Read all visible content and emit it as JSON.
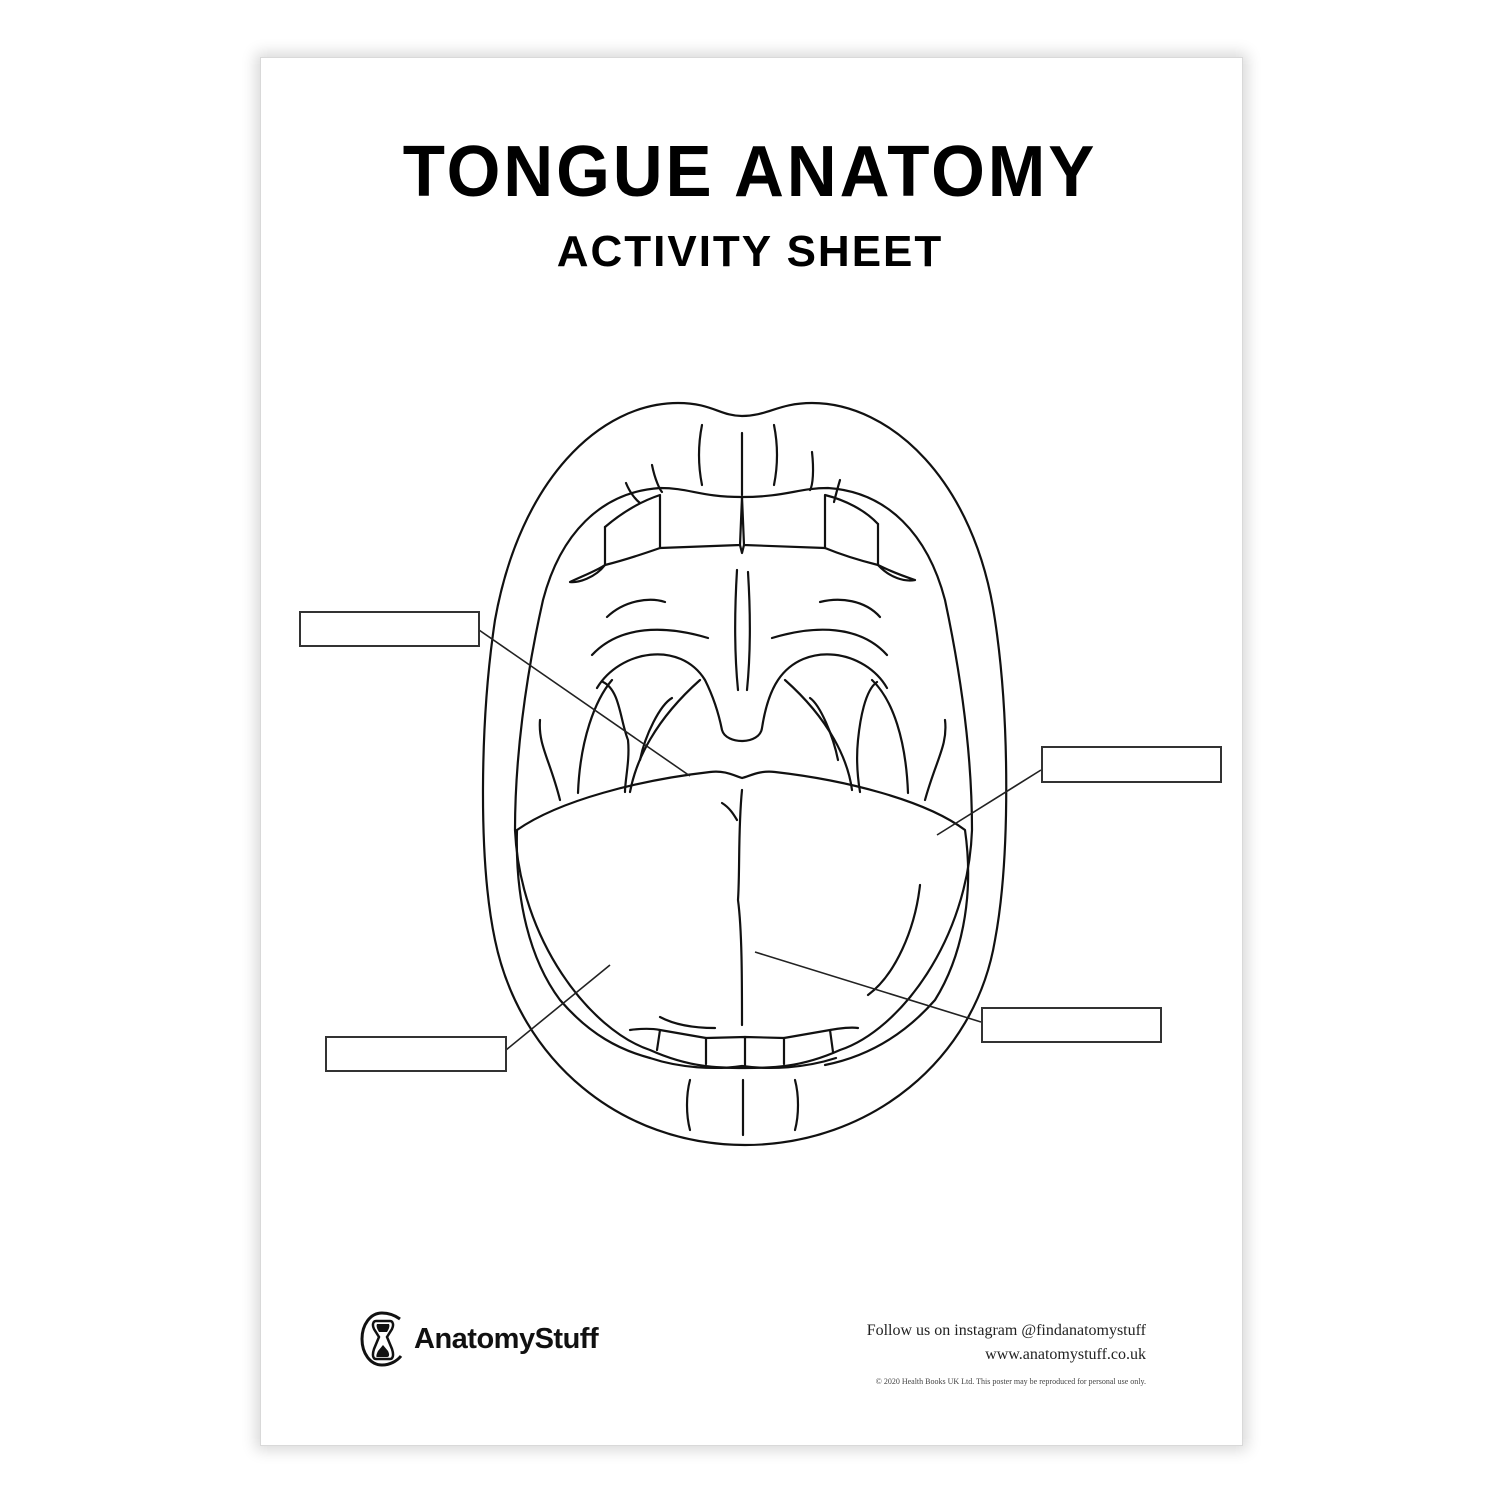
{
  "header": {
    "title": "TONGUE ANATOMY",
    "subtitle": "ACTIVITY SHEET"
  },
  "diagram": {
    "subject": "open-mouth-with-tongue",
    "stroke_color": "#111111",
    "label_boxes": [
      {
        "id": "label-1",
        "answer": "",
        "position": "upper-left"
      },
      {
        "id": "label-2",
        "answer": "",
        "position": "middle-right"
      },
      {
        "id": "label-3",
        "answer": "",
        "position": "lower-left"
      },
      {
        "id": "label-4",
        "answer": "",
        "position": "lower-right"
      }
    ]
  },
  "footer": {
    "brand": "AnatomyStuff",
    "logo_icon": "hourglass-circle-icon",
    "instagram": "Follow us on instagram @findanatomystuff",
    "website": "www.anatomystuff.co.uk",
    "copyright": "© 2020 Health Books UK Ltd. This poster may be reproduced for personal use only."
  }
}
